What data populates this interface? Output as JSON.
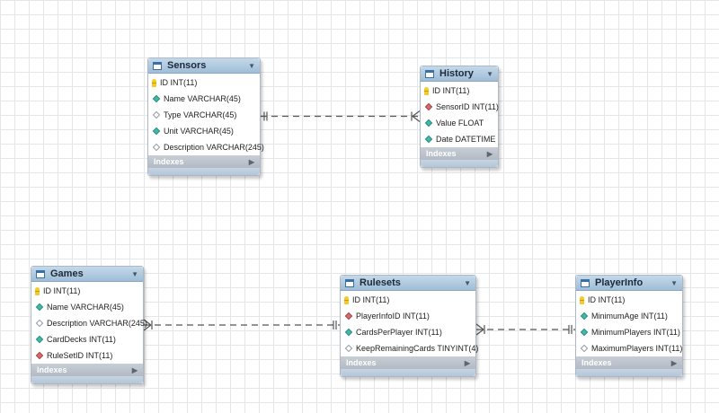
{
  "tables": [
    {
      "name": "Sensors",
      "columns": [
        {
          "label": "ID INT(11)",
          "icon": "primary-key"
        },
        {
          "label": "Name VARCHAR(45)",
          "icon": "not-null"
        },
        {
          "label": "Type VARCHAR(45)",
          "icon": "nullable"
        },
        {
          "label": "Unit VARCHAR(45)",
          "icon": "not-null"
        },
        {
          "label": "Description VARCHAR(245)",
          "icon": "nullable"
        }
      ],
      "indexes_label": "Indexes"
    },
    {
      "name": "History",
      "columns": [
        {
          "label": "ID INT(11)",
          "icon": "primary-key"
        },
        {
          "label": "SensorID INT(11)",
          "icon": "foreign-key"
        },
        {
          "label": "Value FLOAT",
          "icon": "not-null"
        },
        {
          "label": "Date DATETIME",
          "icon": "not-null"
        }
      ],
      "indexes_label": "Indexes"
    },
    {
      "name": "Games",
      "columns": [
        {
          "label": "ID INT(11)",
          "icon": "primary-key"
        },
        {
          "label": "Name VARCHAR(45)",
          "icon": "not-null"
        },
        {
          "label": "Description VARCHAR(245)",
          "icon": "nullable"
        },
        {
          "label": "CardDecks INT(11)",
          "icon": "not-null"
        },
        {
          "label": "RuleSetID INT(11)",
          "icon": "foreign-key"
        }
      ],
      "indexes_label": "Indexes"
    },
    {
      "name": "Rulesets",
      "columns": [
        {
          "label": "ID INT(11)",
          "icon": "primary-key"
        },
        {
          "label": "PlayerInfoID INT(11)",
          "icon": "foreign-key"
        },
        {
          "label": "CardsPerPlayer INT(11)",
          "icon": "not-null"
        },
        {
          "label": "KeepRemainingCards TINYINT(4)",
          "icon": "nullable"
        }
      ],
      "indexes_label": "Indexes"
    },
    {
      "name": "PlayerInfo",
      "columns": [
        {
          "label": "ID INT(11)",
          "icon": "primary-key"
        },
        {
          "label": "MinimumAge INT(11)",
          "icon": "not-null"
        },
        {
          "label": "MinimumPlayers INT(11)",
          "icon": "not-null"
        },
        {
          "label": "MaximumPlayers INT(11)",
          "icon": "nullable"
        }
      ],
      "indexes_label": "Indexes"
    }
  ],
  "relationships": [
    {
      "from": "Sensors",
      "to": "History",
      "from_end": "one",
      "to_end": "many"
    },
    {
      "from": "Games",
      "to": "Rulesets",
      "from_end": "many",
      "to_end": "one"
    },
    {
      "from": "Rulesets",
      "to": "PlayerInfo",
      "from_end": "many",
      "to_end": "one"
    }
  ],
  "colors": {
    "header": "#9fbdd6",
    "table_border": "#aeb8c4",
    "connector": "#555555",
    "grid": "#e3e6ea",
    "primary_key": "#f2cb2e",
    "foreign_key": "#d96a6a",
    "not_null": "#43b7a8"
  }
}
